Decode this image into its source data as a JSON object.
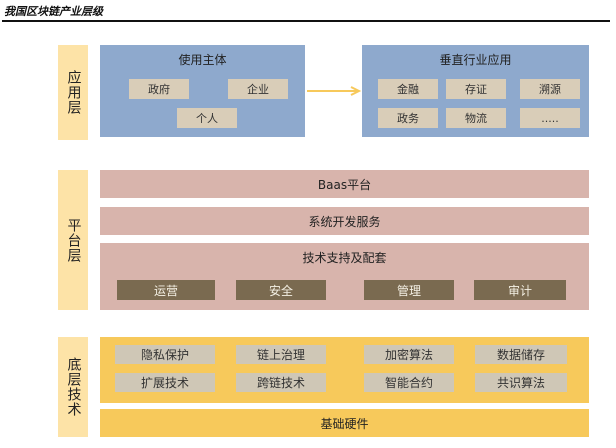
{
  "title": "我国区块链产业层级",
  "layers": {
    "app": "应用层",
    "platform": "平台层",
    "base": "底层技术"
  },
  "app_layer": {
    "user_box": {
      "title": "使用主体",
      "items": [
        "政府",
        "企业",
        "个人"
      ]
    },
    "vertical_box": {
      "title": "垂直行业应用",
      "items": [
        "金融",
        "存证",
        "溯源",
        "政务",
        "物流",
        "....."
      ]
    }
  },
  "platform_layer": {
    "baas": "Baas平台",
    "dev_service": "系统开发服务",
    "support_title": "技术支持及配套",
    "support_items": [
      "运营",
      "安全",
      "管理",
      "审计"
    ]
  },
  "base_layer": {
    "tech_items": [
      "隐私保护",
      "链上治理",
      "加密算法",
      "数据储存",
      "扩展技术",
      "跨链技术",
      "智能合约",
      "共识算法"
    ],
    "hardware": "基础硬件"
  },
  "colors": {
    "label_bg": "#fde3a7",
    "app_box": "#8ea9cd",
    "platform_band": "#d8b4ac",
    "support_chip": "#7a6a50",
    "base_band": "#f7c95b",
    "arrow": "#f7c95b"
  }
}
